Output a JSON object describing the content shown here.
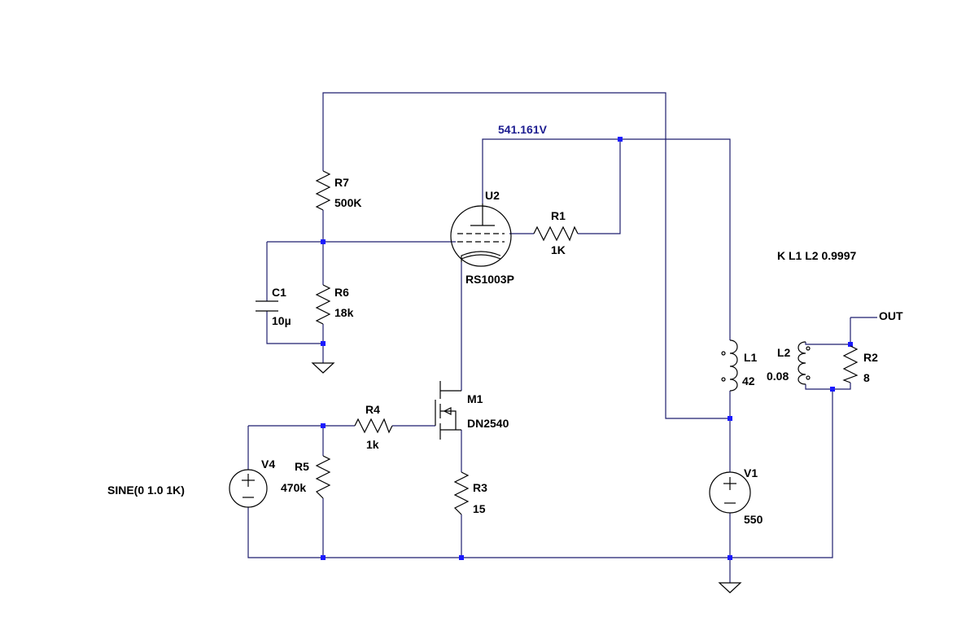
{
  "components": {
    "R7": {
      "ref": "R7",
      "value": "500K"
    },
    "R6": {
      "ref": "R6",
      "value": "18k"
    },
    "C1": {
      "ref": "C1",
      "value": "10µ"
    },
    "U2": {
      "ref": "U2",
      "model": "RS1003P"
    },
    "R1": {
      "ref": "R1",
      "value": "1K"
    },
    "M1": {
      "ref": "M1",
      "model": "DN2540"
    },
    "R4": {
      "ref": "R4",
      "value": "1k"
    },
    "R5": {
      "ref": "R5",
      "value": "470k"
    },
    "R3": {
      "ref": "R3",
      "value": "15"
    },
    "V4": {
      "ref": "V4",
      "value": "SINE(0 1.0 1K)"
    },
    "L1": {
      "ref": "L1",
      "value": "42"
    },
    "L2": {
      "ref": "L2",
      "value": "0.08"
    },
    "R2": {
      "ref": "R2",
      "value": "8"
    },
    "V1": {
      "ref": "V1",
      "value": "550"
    }
  },
  "directive": "K L1 L2 0.9997",
  "node_voltage": "541.161V",
  "net_label": "OUT",
  "colors": {
    "wire": "#1f1f6f",
    "node": "#1a1aff",
    "component": "#000000",
    "voltage_label": "#1c1c90"
  }
}
